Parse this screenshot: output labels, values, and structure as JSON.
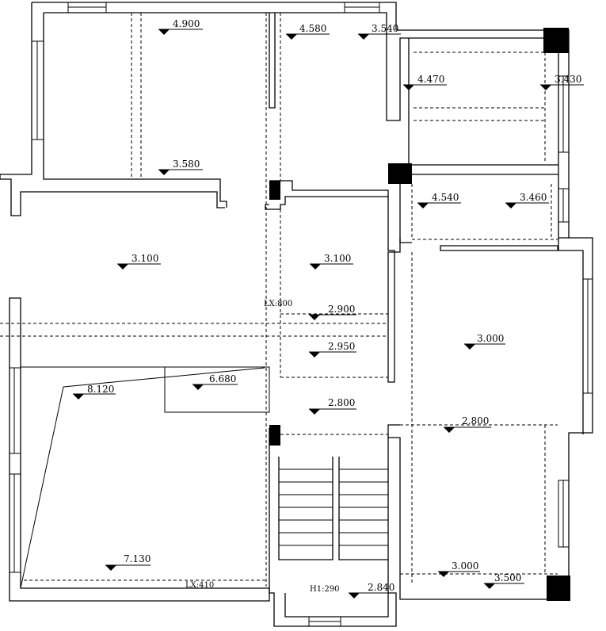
{
  "plan": {
    "elevations": [
      {
        "id": "e1",
        "text": "4.900"
      },
      {
        "id": "e2",
        "text": "4.580"
      },
      {
        "id": "e3",
        "text": "3.540"
      },
      {
        "id": "e4",
        "text": "4.470"
      },
      {
        "id": "e5",
        "text": "3.430"
      },
      {
        "id": "e6",
        "text": "3.580"
      },
      {
        "id": "e7",
        "text": "4.540"
      },
      {
        "id": "e8",
        "text": "3.460"
      },
      {
        "id": "e9",
        "text": "3.100"
      },
      {
        "id": "e10",
        "text": "3.100"
      },
      {
        "id": "e11",
        "text": "2.900"
      },
      {
        "id": "e12",
        "text": "3.000"
      },
      {
        "id": "e13",
        "text": "2.950"
      },
      {
        "id": "e14",
        "text": "6.680"
      },
      {
        "id": "e15",
        "text": "8.120"
      },
      {
        "id": "e16",
        "text": "2.800"
      },
      {
        "id": "e17",
        "text": "2.800"
      },
      {
        "id": "e18",
        "text": "7.130"
      },
      {
        "id": "e19",
        "text": "3.000"
      },
      {
        "id": "e20",
        "text": "3.500"
      },
      {
        "id": "e21",
        "text": "2.840"
      }
    ],
    "notes": {
      "lx_800": "LX:800",
      "lx_410": "LX:410",
      "h1_290": "H1:290"
    }
  }
}
